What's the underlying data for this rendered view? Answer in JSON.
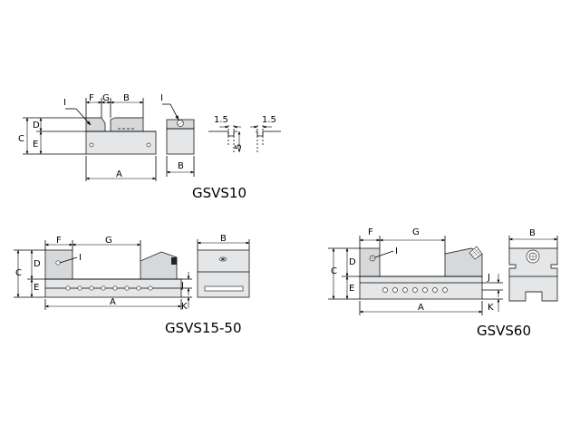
{
  "labels": {
    "f": "F",
    "g": "G",
    "b": "B",
    "i": "I",
    "c": "C",
    "d": "D",
    "e": "E",
    "a": "A",
    "j": "J",
    "k": "K",
    "dim_1_5": "1.5",
    "dim_5": "5"
  },
  "models": {
    "gsvs10": "GSVS10",
    "gsvs15_50": "GSVS15-50",
    "gsvs60": "GSVS60"
  },
  "colors": {
    "line": "#000000",
    "body": "#e4e6e8",
    "background": "#ffffff"
  }
}
